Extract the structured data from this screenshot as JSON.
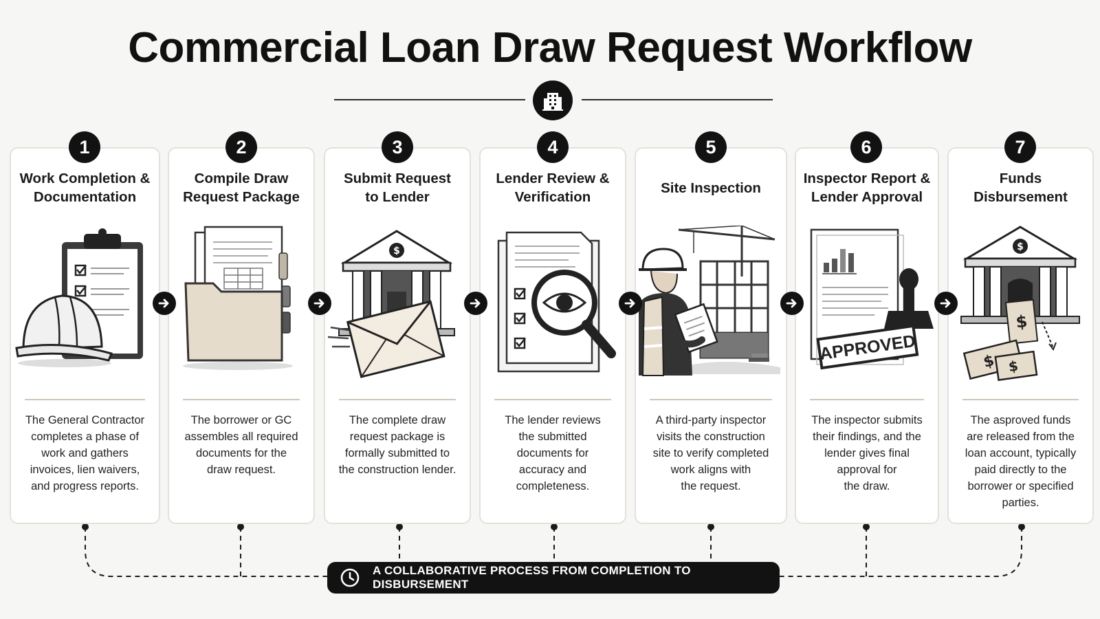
{
  "title": "Commercial Loan Draw Request Workflow",
  "header_icon": "building-icon",
  "steps": [
    {
      "number": "1",
      "title_lines": [
        "Work Completion &",
        "Documentation"
      ],
      "description_lines": [
        "The General Contractor",
        "completes a phase of",
        "work and gathers",
        "invoices, lien waivers,",
        "and progress reports."
      ],
      "icons": [
        "hard-hat-icon",
        "clipboard-checklist-icon"
      ]
    },
    {
      "number": "2",
      "title_lines": [
        "Compile Draw",
        "Request Package"
      ],
      "description_lines": [
        "The borrower or GC",
        "assembles all required",
        "documents for the",
        "draw request."
      ],
      "icons": [
        "document-folder-icon"
      ]
    },
    {
      "number": "3",
      "title_lines": [
        "Submit Request",
        "to Lender"
      ],
      "description_lines": [
        "The complete draw",
        "request package is",
        "formally submitted to",
        "the construction lender."
      ],
      "icons": [
        "bank-icon",
        "envelope-icon"
      ]
    },
    {
      "number": "4",
      "title_lines": [
        "Lender Review &",
        "Verification"
      ],
      "description_lines": [
        "The lender reviews",
        "the submitted",
        "documents for",
        "accuracy and",
        "completeness."
      ],
      "icons": [
        "checklist-document-icon",
        "magnifier-eye-icon"
      ]
    },
    {
      "number": "5",
      "title_lines": [
        "Site Inspection"
      ],
      "description_lines": [
        "A third-party inspector",
        "visits the construction",
        "site to verify completed",
        "work aligns with",
        "the request."
      ],
      "icons": [
        "inspector-icon",
        "crane-building-icon"
      ]
    },
    {
      "number": "6",
      "title_lines": [
        "Inspector Report &",
        "Lender Approval"
      ],
      "description_lines": [
        "The inspector submits",
        "their findings, and the",
        "lender gives final",
        "approval for",
        "the draw."
      ],
      "icons": [
        "report-document-icon",
        "approved-stamp-icon"
      ],
      "stamp_text": "APPROVED"
    },
    {
      "number": "7",
      "title_lines": [
        "Funds",
        "Disbursement"
      ],
      "description_lines": [
        "The asproved funds",
        "are released from the",
        "loan account, typically",
        "paid directly to the",
        "borrower or specified",
        "parties."
      ],
      "icons": [
        "bank-icon",
        "cash-icon"
      ]
    }
  ],
  "arrow_icon": "arrow-right-icon",
  "footer": {
    "icon": "clock-icon",
    "text": "A COLLABORATIVE PROCESS FROM COMPLETION TO DISBURSEMENT"
  },
  "colors": {
    "ink": "#121212",
    "card_border": "#e4e1dc",
    "paper": "#efe9df",
    "accent_beige": "#e6dccb"
  }
}
